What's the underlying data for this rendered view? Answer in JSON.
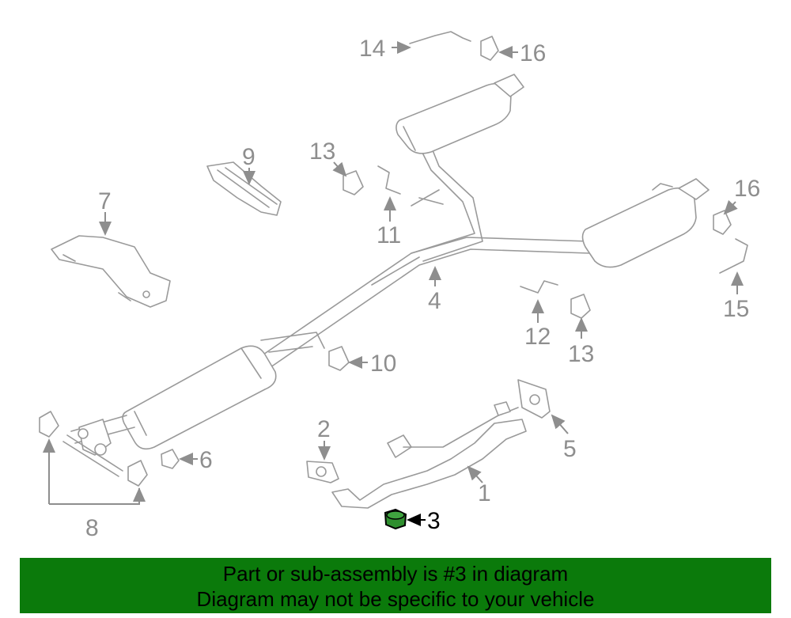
{
  "callouts": {
    "c1": "1",
    "c2": "2",
    "c3": "3",
    "c4": "4",
    "c5": "5",
    "c6": "6",
    "c7": "7",
    "c8": "8",
    "c9": "9",
    "c10": "10",
    "c11": "11",
    "c12": "12",
    "c13a": "13",
    "c13b": "13",
    "c14": "14",
    "c15": "15",
    "c16a": "16",
    "c16b": "16"
  },
  "highlight": {
    "part_number": "3",
    "color": "#000000",
    "fill_color": "#2f8f2f"
  },
  "banner": {
    "line1": "Part or sub-assembly is #3 in diagram",
    "line2": "Diagram may not be specific to your vehicle",
    "background": "#0b7a0b"
  }
}
